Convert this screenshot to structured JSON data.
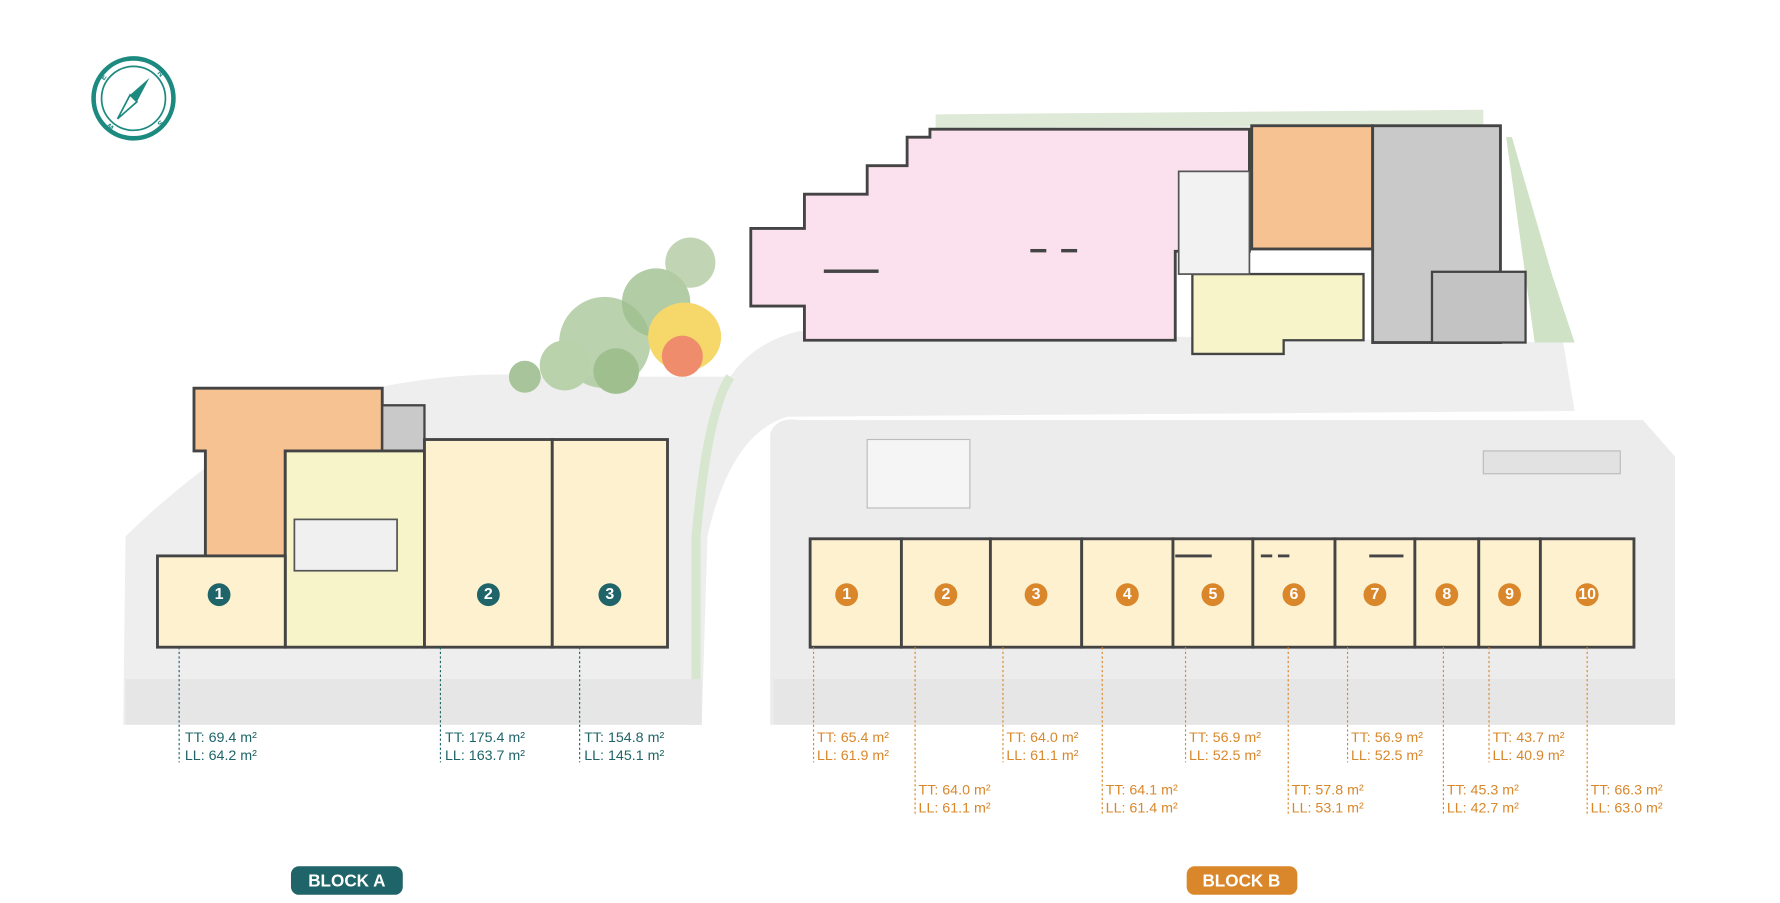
{
  "compass": {
    "icon": "compass-north-icon",
    "color": "#1d8a80",
    "letters": "N S W E"
  },
  "colors": {
    "block_a": "#1f6468",
    "block_b": "#d9872a",
    "unit_fill": "#fdf1cf",
    "retail_pink": "#fbe1ee",
    "core_orange": "#f6c291",
    "service_gray": "#c9c9c9"
  },
  "block_a": {
    "label": "BLOCK A",
    "units": [
      {
        "number": "1",
        "tt": "TT: 69.4 m²",
        "ll": "LL: 64.2 m²"
      },
      {
        "number": "2",
        "tt": "TT: 175.4 m²",
        "ll": "LL: 163.7 m²"
      },
      {
        "number": "3",
        "tt": "TT: 154.8 m²",
        "ll": "LL: 145.1 m²"
      }
    ]
  },
  "block_b": {
    "label": "BLOCK B",
    "units": [
      {
        "number": "1",
        "tt": "TT: 65.4 m²",
        "ll": "LL: 61.9 m²"
      },
      {
        "number": "2",
        "tt": "TT: 64.0 m²",
        "ll": "LL: 61.1 m²"
      },
      {
        "number": "3",
        "tt": "TT: 64.0 m²",
        "ll": "LL: 61.1 m²"
      },
      {
        "number": "4",
        "tt": "TT: 64.1 m²",
        "ll": "LL: 61.4 m²"
      },
      {
        "number": "5",
        "tt": "TT: 56.9 m²",
        "ll": "LL: 52.5 m²"
      },
      {
        "number": "6",
        "tt": "TT: 57.8 m²",
        "ll": "LL: 53.1 m²"
      },
      {
        "number": "7",
        "tt": "TT: 56.9 m²",
        "ll": "LL: 52.5 m²"
      },
      {
        "number": "8",
        "tt": "TT: 45.3 m²",
        "ll": "LL: 42.7 m²"
      },
      {
        "number": "9",
        "tt": "TT: 43.7 m²",
        "ll": "LL: 40.9 m²"
      },
      {
        "number": "10",
        "tt": "TT: 66.3 m²",
        "ll": "LL: 63.0 m²"
      }
    ]
  }
}
